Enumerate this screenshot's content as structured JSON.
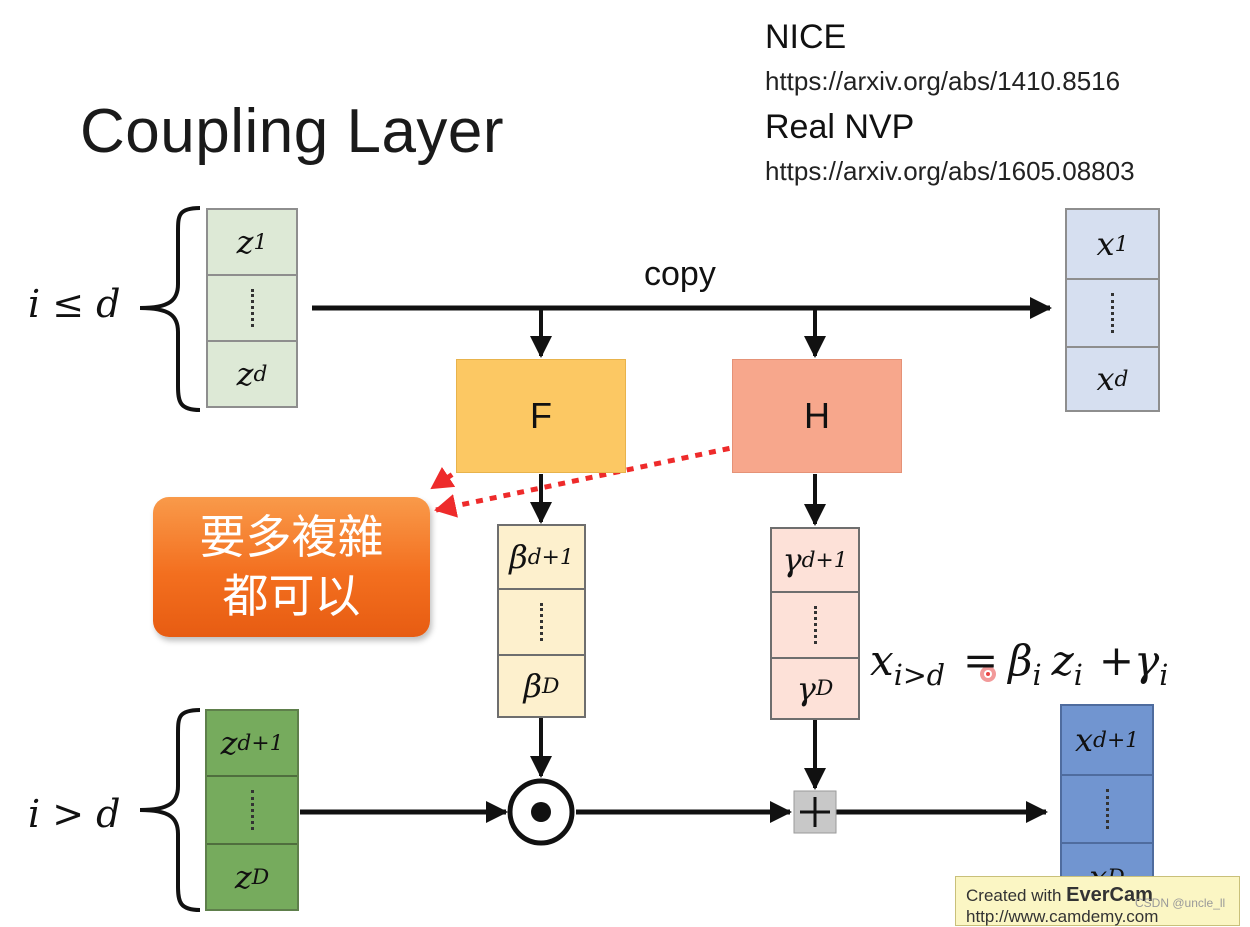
{
  "title": "Coupling Layer",
  "references": [
    {
      "name": "NICE",
      "url": "https://arxiv.org/abs/1410.8516"
    },
    {
      "name": "Real NVP",
      "url": "https://arxiv.org/abs/1605.08803"
    }
  ],
  "conditions": {
    "top": "i ≤ d",
    "bottom": "i > d"
  },
  "copy_label": "copy",
  "functions": {
    "f": "F",
    "h": "H"
  },
  "callout": {
    "line1": "要多複雜",
    "line2": "都可以"
  },
  "vectors": {
    "z_top": {
      "first_base": "z",
      "first_sub": "1",
      "last_base": "z",
      "last_sub": "d"
    },
    "z_bottom": {
      "first_base": "z",
      "first_sub": "d+1",
      "last_base": "z",
      "last_sub": "D"
    },
    "x_top": {
      "first_base": "x",
      "first_sub": "1",
      "last_base": "x",
      "last_sub": "d"
    },
    "x_bottom": {
      "first_base": "x",
      "first_sub": "d+1",
      "last_base": "x",
      "last_sub": "D"
    },
    "beta": {
      "first_base": "β",
      "first_sub": "d+1",
      "last_base": "β",
      "last_sub": "D"
    },
    "gamma": {
      "first_base": "γ",
      "first_sub": "d+1",
      "last_base": "γ",
      "last_sub": "D"
    }
  },
  "operators": {
    "multiply": "⊙",
    "add": "+"
  },
  "equation": {
    "lhs_base": "x",
    "lhs_sub": "i>d",
    "eq": "=",
    "t1": "β",
    "t1_sub": "i",
    "t2": "z",
    "t2_sub": "i",
    "plus": "+",
    "t3": "γ",
    "t3_sub": "i"
  },
  "watermark": {
    "line1_prefix": "Created with ",
    "line1_brand": "EverCam",
    "line2": "http://www.camdemy.com"
  },
  "credit": "CSDN @uncle_ll",
  "colors": {
    "z_top": "#dde9d6",
    "z_bottom": "#76ab5d",
    "x_top": "#d6dff0",
    "x_bottom": "#7195d0",
    "f_box": "#fcc863",
    "h_box": "#f7a78c",
    "beta": "#fdf0cd",
    "gamma": "#fde1d8",
    "callout": "#f36f1f",
    "dotted_arrow": "#ee2b2b"
  }
}
